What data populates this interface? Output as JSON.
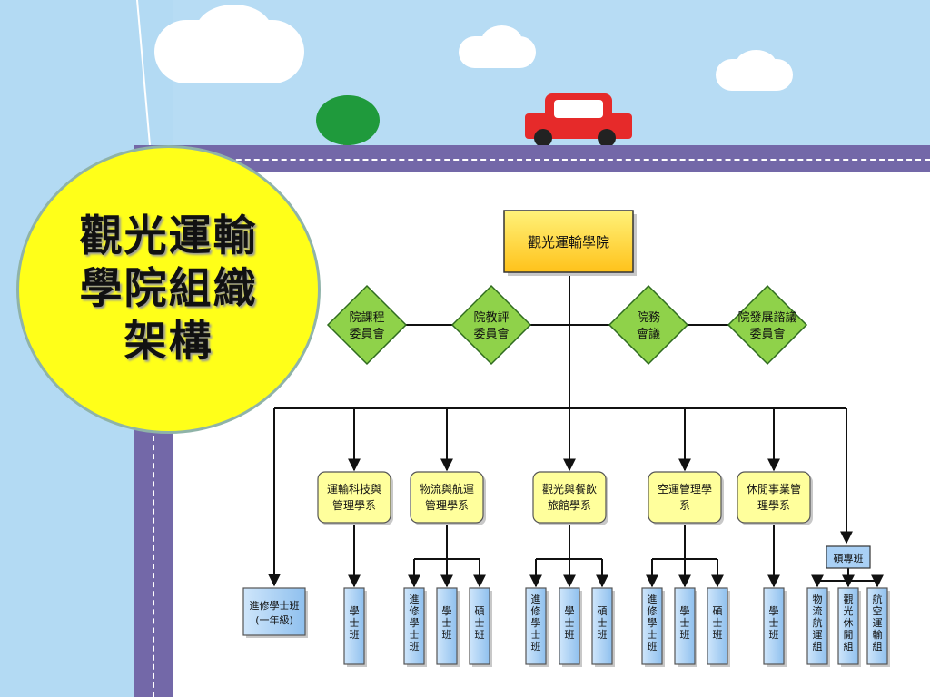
{
  "title": "觀光運輸\n學院組織\n架構",
  "root": "觀光運輸學院",
  "committees": [
    {
      "line1": "院課程",
      "line2": "委員會"
    },
    {
      "line1": "院教評",
      "line2": "委員會"
    },
    {
      "line1": "院務",
      "line2": "會議"
    },
    {
      "line1": "院發展諮議",
      "line2": "委員會"
    }
  ],
  "departments": [
    {
      "line1": "運輸科技與",
      "line2": "管理學系"
    },
    {
      "line1": "物流與航運",
      "line2": "管理學系"
    },
    {
      "line1": "觀光與餐飲",
      "line2": "旅館學系"
    },
    {
      "line1": "空運管理學",
      "line2": "系"
    },
    {
      "line1": "休閒事業管",
      "line2": "理學系"
    }
  ],
  "extension_class": {
    "line1": "進修學士班",
    "line2": "(一年級)"
  },
  "masters_program": "碩專班",
  "programs": [
    "學士班",
    "進修學士班",
    "學士班",
    "碩士班",
    "進修學士班",
    "學士班",
    "碩士班",
    "進修學士班",
    "學士班",
    "碩士班",
    "學士班",
    "物流航運組",
    "觀光休閒組",
    "航空運輸組"
  ],
  "colors": {
    "circle_fill": "#ffff19",
    "root_fill": "#ffd21e",
    "committee_fill": "#8fd24a",
    "department_fill": "#ffff9c",
    "program_fill": "#a9d0f5",
    "road": "#7368a8",
    "car": "#e62a2a",
    "tree": "#1f9a3c"
  }
}
